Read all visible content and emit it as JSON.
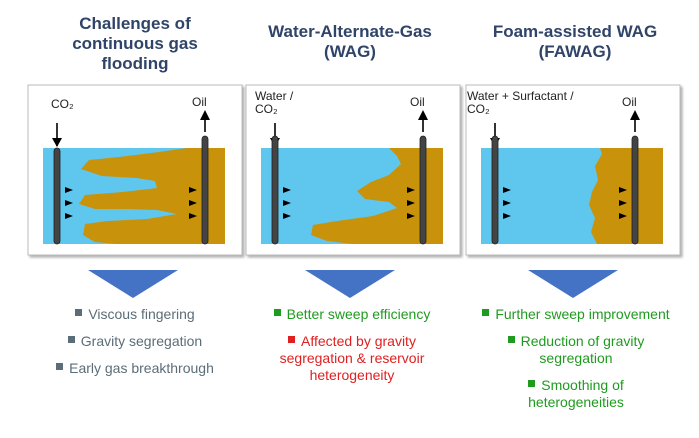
{
  "columns": [
    {
      "title_lines": [
        "Challenges of",
        "continuous gas",
        "flooding"
      ],
      "injector_label": "CO₂",
      "producer_label": "Oil",
      "bullets": [
        {
          "text": "Viscous fingering",
          "color": "grey"
        },
        {
          "text": "Gravity segregation",
          "color": "grey"
        },
        {
          "text": "Early gas breakthrough",
          "color": "grey"
        }
      ]
    },
    {
      "title_lines": [
        "Water-Alternate-Gas",
        "(WAG)"
      ],
      "injector_label": "Water / CO₂",
      "producer_label": "Oil",
      "bullets": [
        {
          "text": "Better sweep efficiency",
          "color": "green"
        },
        {
          "text": "Affected by gravity segregation & reservoir heterogeneity",
          "color": "red"
        }
      ]
    },
    {
      "title_lines": [
        "Foam-assisted WAG",
        "(FAWAG)"
      ],
      "injector_label": "Water + Surfactant / CO₂",
      "producer_label": "Oil",
      "bullets": [
        {
          "text": "Further sweep improvement",
          "color": "green"
        },
        {
          "text": "Reduction of gravity segregation",
          "color": "green"
        },
        {
          "text": "Smoothing of heterogeneities",
          "color": "green"
        }
      ]
    }
  ],
  "colors": {
    "water": "#5fc6ee",
    "oil": "#c8920a",
    "arrow": "#4472c4",
    "title": "#2f4468"
  }
}
